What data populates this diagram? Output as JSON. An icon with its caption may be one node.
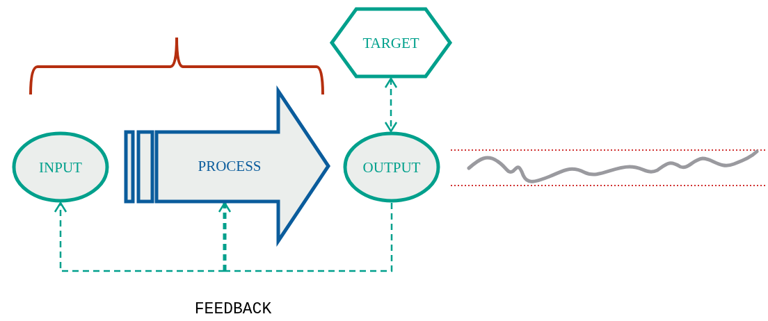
{
  "diagram": {
    "nodes": [
      {
        "text": [
          "INPUT"
        ]
      },
      {
        "text": [
          "PROCESS"
        ]
      },
      {
        "text": [
          "OUTPUT"
        ]
      },
      {
        "text": [
          "TARGET"
        ]
      }
    ],
    "edges": [
      {
        "from": 2,
        "to": 0,
        "arrow": "to",
        "style": "dashed"
      },
      {
        "from": 2,
        "to": 1,
        "arrow": "to",
        "style": "dashed"
      },
      {
        "from": 3,
        "to": 2,
        "arrow": "both",
        "style": "dashed"
      }
    ],
    "labels": [
      "FEEDBACK"
    ]
  }
}
